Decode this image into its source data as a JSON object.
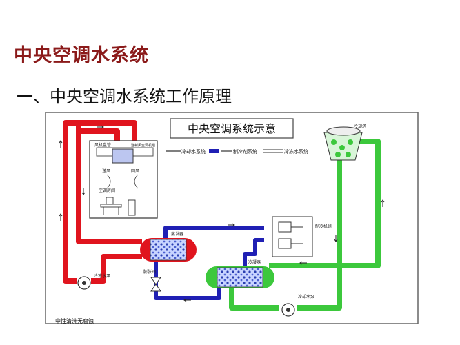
{
  "page": {
    "title": "中央空调水系统",
    "section_title": "一、中央空调水系统工作原理"
  },
  "diagram": {
    "title": "中央空调系统示意",
    "legend": {
      "cooling_water": "冷却水系统",
      "refrigerant": "制冷剂系统",
      "chilled_water": "冷冻水系统"
    },
    "labels": {
      "fan_coil": "风机盘管",
      "duct": "送新风空调机组",
      "supply_air": "送风",
      "return_air": "回风",
      "room": "空调房间",
      "evaporator": "蒸发器",
      "compressor": "制冷机组",
      "condenser": "冷凝器",
      "cooling_tower": "冷却塔",
      "chilled_pump": "冷冻水泵",
      "expansion_valve": "膨胀阀",
      "cooling_pump": "冷却水泵",
      "footer_note": "中性清洗无腐蚀"
    },
    "colors": {
      "chilled_water": "#e0141e",
      "cooling_water": "#3cc83c",
      "refrigerant": "#2020b4",
      "accent_title": "#8b1a1a"
    }
  }
}
